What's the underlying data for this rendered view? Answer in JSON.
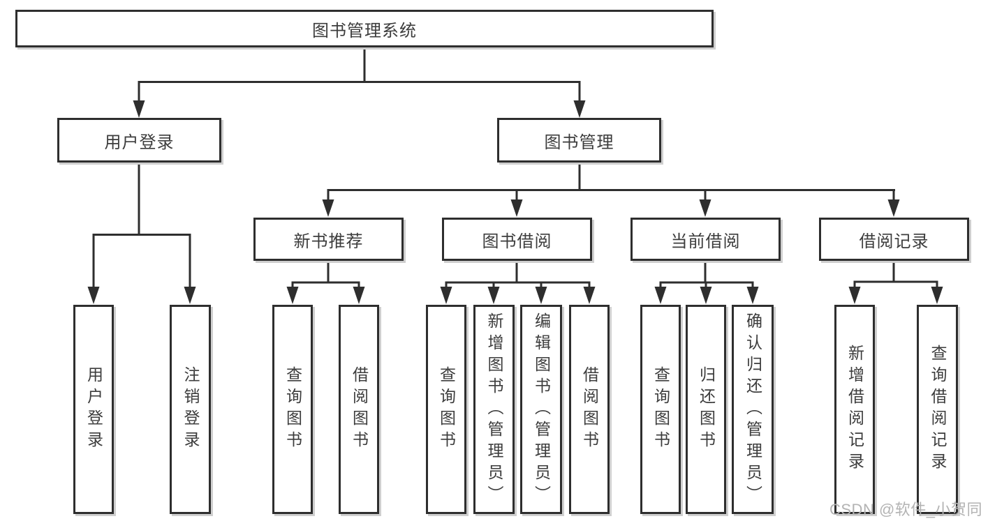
{
  "diagram": {
    "root": {
      "label": "图书管理系统"
    },
    "level2": [
      {
        "label": "用户登录"
      },
      {
        "label": "图书管理"
      }
    ],
    "level3": [
      {
        "label": "新书推荐"
      },
      {
        "label": "图书借阅"
      },
      {
        "label": "当前借阅"
      },
      {
        "label": "借阅记录"
      }
    ],
    "leaves": {
      "user_login": [
        "用户登录",
        "注销登录"
      ],
      "new_book_recommend": [
        "查询图书",
        "借阅图书"
      ],
      "book_borrow": [
        "查询图书",
        "新增图书（管理员）",
        "编辑图书（管理员）",
        "借阅图书"
      ],
      "current_borrow": [
        "查询图书",
        "归还图书",
        "确认归还（管理员）"
      ],
      "borrow_records": [
        "新增借阅记录",
        "查询借阅记录"
      ]
    }
  },
  "watermark": "CSDN @软件_小贺同学",
  "colors": {
    "line": "#2e2e2e",
    "text": "#3c3c3c",
    "background": "#ffffff",
    "watermark": "#b3b3b3"
  }
}
